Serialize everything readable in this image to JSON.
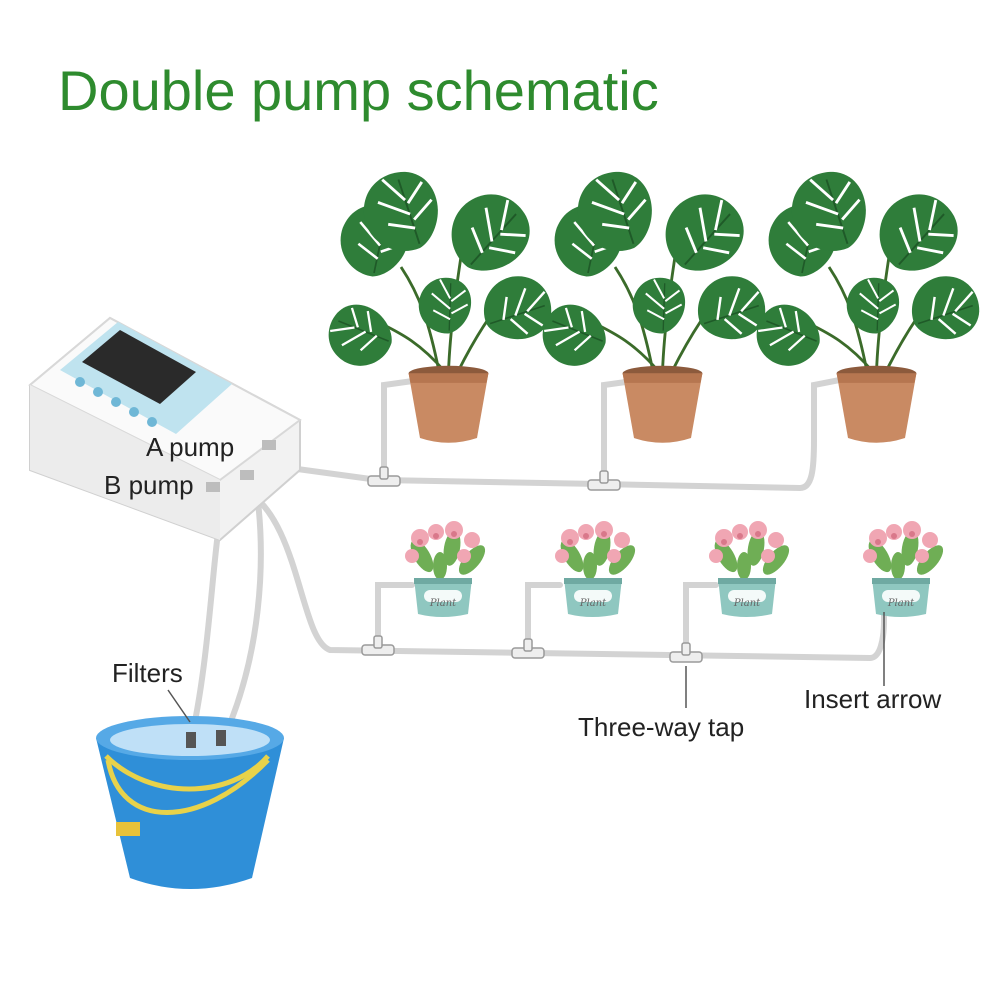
{
  "title": "Double pump schematic",
  "labels": {
    "a_pump": "A pump",
    "b_pump": "B pump",
    "filters": "Filters",
    "three_way_tap": "Three-way tap",
    "insert_arrow": "Insert arrow"
  },
  "pot_label": "Plant",
  "colors": {
    "title": "#2e8b2e",
    "tube": "#d9d9d9",
    "bucket": "#2f8fd8",
    "leaf": "#2f7d3a",
    "pot": "#c98a63",
    "succulent_pot": "#8fc7c0",
    "handle": "#e8d24a"
  },
  "icons": [
    "controller-device",
    "monstera-plant",
    "succulent-plant",
    "water-bucket",
    "tee-connector"
  ]
}
